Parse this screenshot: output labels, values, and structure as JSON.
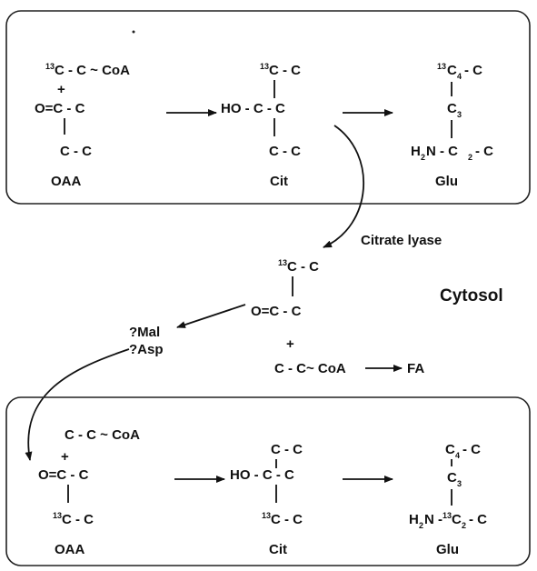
{
  "mito_top": {
    "oaa": {
      "row1_iso": "13",
      "row1_text": "C - C ~ CoA",
      "plus": "+",
      "row2": "O=C - C",
      "row3": "C - C",
      "label": "OAA"
    },
    "cit": {
      "row1_iso": "13",
      "row1_text": "C - C",
      "row2": "HO - C - C",
      "row3": "C - C",
      "label": "Cit"
    },
    "glu": {
      "row1_iso": "13",
      "row1_c": "C",
      "row1_sub": "4",
      "row1_rest": "- C",
      "row2_c": "C",
      "row2_sub": "3",
      "row3_h": "H",
      "row3_sub": "2",
      "row3_mid": "N - C",
      "row3_sub2": "2",
      "row3_rest": "- C",
      "label": "Glu"
    }
  },
  "cytosol": {
    "enzyme": "Citrate lyase",
    "compartment": "Cytosol",
    "product_row1_iso": "13",
    "product_row1_text": "C - C",
    "product_row2": "O=C - C",
    "plus": "+",
    "acetyl": "C - C~ CoA",
    "fa": "FA",
    "mal": "?Mal",
    "asp": "?Asp"
  },
  "mito_bottom": {
    "oaa": {
      "row1": "C - C ~ CoA",
      "plus": "+",
      "row2": "O=C - C",
      "row3_iso": "13",
      "row3_text": "C - C",
      "label": "OAA"
    },
    "cit": {
      "row1": "C - C",
      "row2": "HO - C - C",
      "row3_iso": "13",
      "row3_text": "C - C",
      "label": "Cit"
    },
    "glu": {
      "row1_c": "C",
      "row1_sub": "4",
      "row1_rest": "- C",
      "row2_c": "C",
      "row2_sub": "3",
      "row3_h": "H",
      "row3_sub": "2",
      "row3_n": "N -",
      "row3_iso": "13",
      "row3_c": "C",
      "row3_sub2": "2",
      "row3_rest": "- C",
      "label": "Glu"
    }
  }
}
